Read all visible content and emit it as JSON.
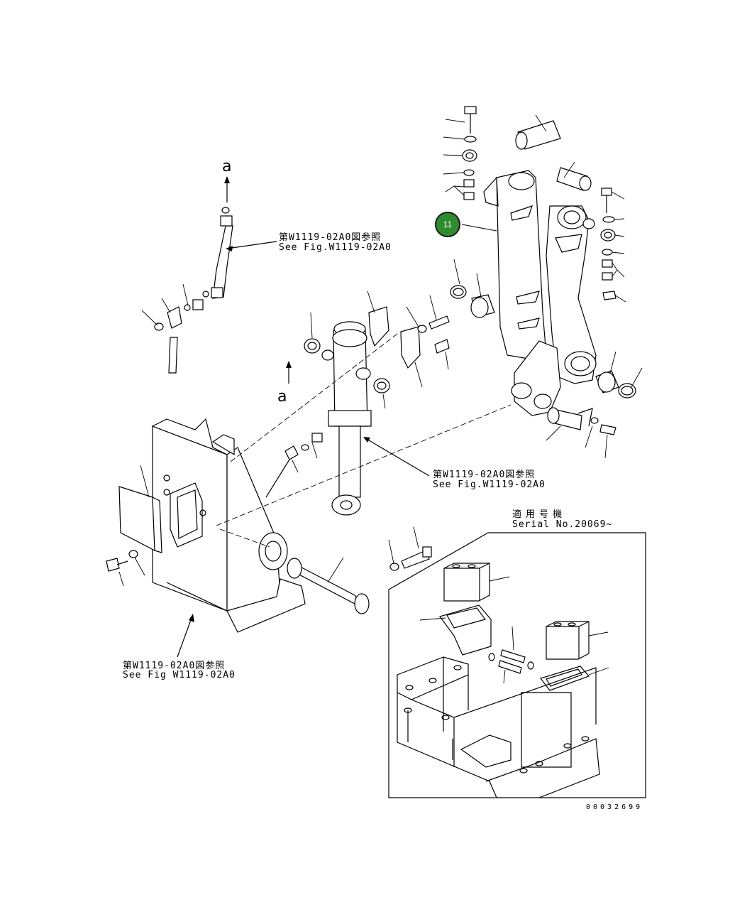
{
  "refs": {
    "ref1_jp": "第W1119-02A0図参照",
    "ref1_en": "See Fig.W1119-02A0",
    "ref2_jp": "第W1119-02A0図参照",
    "ref2_en": "See Fig.W1119-02A0",
    "ref3_jp": "第W1119-02A0図参照",
    "ref3_en": "See Fig W1119-02A0"
  },
  "serial": {
    "label_jp": "適用号機",
    "label_en": "Serial No.20069~"
  },
  "letters": {
    "top": "a",
    "mid": "a"
  },
  "callout": {
    "number": "11",
    "color": "#2e8b2e"
  },
  "drawing_number": "00032699"
}
